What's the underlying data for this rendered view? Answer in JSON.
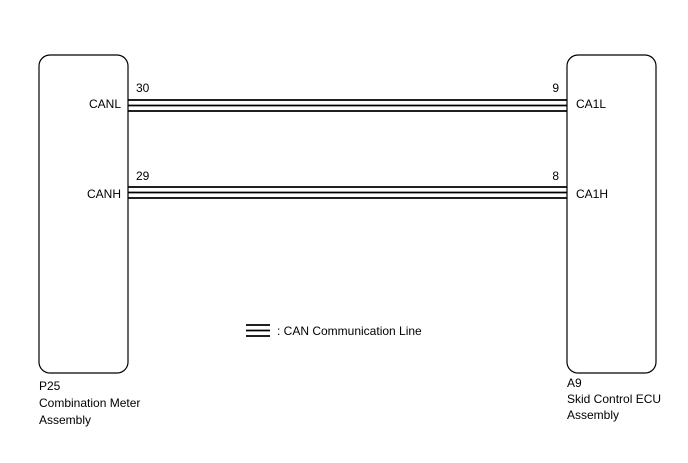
{
  "left_component": {
    "ref": "P25",
    "name_line1": "Combination Meter",
    "name_line2": "Assembly"
  },
  "right_component": {
    "ref": "A9",
    "name_line1": "Skid Control ECU",
    "name_line2": "Assembly"
  },
  "connections": [
    {
      "left_pin": "30",
      "left_signal": "CANL",
      "right_pin": "9",
      "right_signal": "CA1L"
    },
    {
      "left_pin": "29",
      "left_signal": "CANH",
      "right_pin": "8",
      "right_signal": "CA1H"
    }
  ],
  "legend": {
    "label": ": CAN Communication Line"
  },
  "colors": {
    "line": "#000000",
    "background": "#ffffff"
  }
}
